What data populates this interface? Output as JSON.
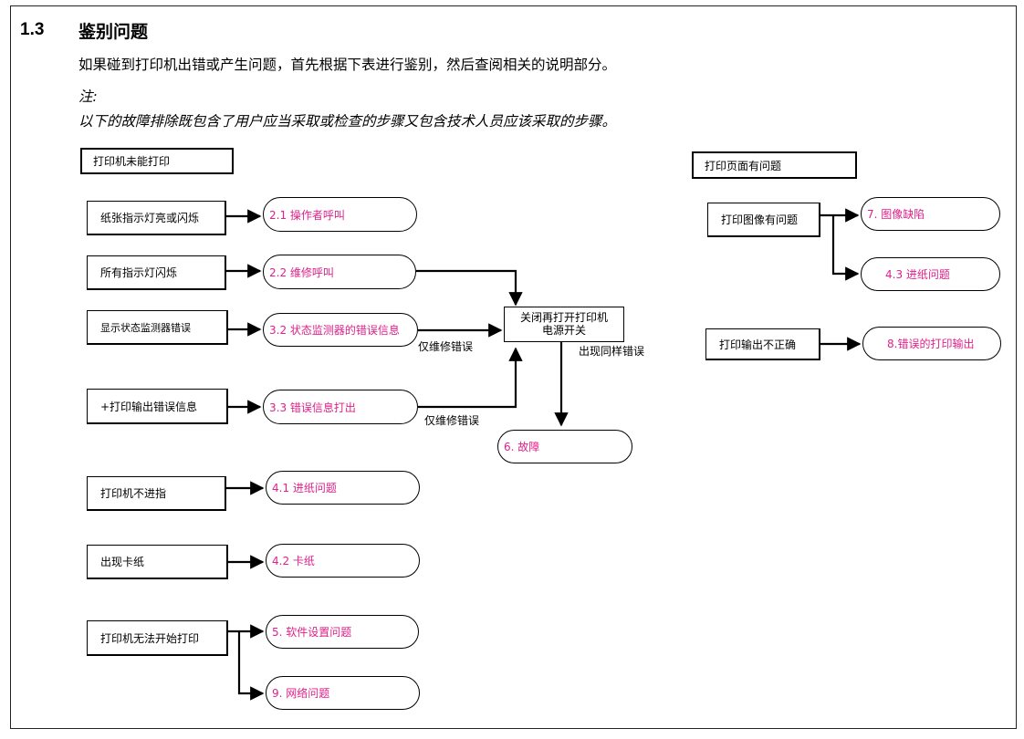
{
  "section": {
    "number": "1.3",
    "title": "鉴别问题",
    "intro": "如果碰到打印机出错或产生问题，首先根据下表进行鉴别，然后查阅相关的说明部分。",
    "note_label": "注:",
    "note_text": "以下的故障排除既包含了用户应当采取或检查的步骤又包含技术人员应该采取的步骤。"
  },
  "left": {
    "header": "打印机未能打印",
    "symptoms": [
      "纸张指示灯亮或闪烁",
      "所有指示灯闪烁",
      "显示状态监测器错误",
      "+打印输出错误信息",
      "打印机不进指",
      "出现卡纸",
      "打印机无法开始打印"
    ],
    "refs": [
      "2.1 操作者呼叫",
      "2.2 维修呼叫",
      "3.2 状态监测器的错误信息",
      "3.3 错误信息打出",
      "4.1 进纸问题",
      "4.2 卡纸",
      "5. 软件设置问题",
      "9. 网络问题"
    ]
  },
  "center": {
    "power_cycle": "关闭再打开打印机电源开关",
    "label_service_only_1": "仅维修错误",
    "label_service_only_2": "仅维修错误",
    "label_same_error": "出现同样错误",
    "fault": "6. 故障"
  },
  "right": {
    "header": "打印页面有问题",
    "symptoms": [
      "打印图像有问题",
      "打印输出不正确"
    ],
    "refs": [
      "7. 图像缺陷",
      "4.3 进纸问题",
      "8.错误的打印输出"
    ]
  },
  "colors": {
    "reference_text": "#e0218a",
    "line": "#000000"
  }
}
